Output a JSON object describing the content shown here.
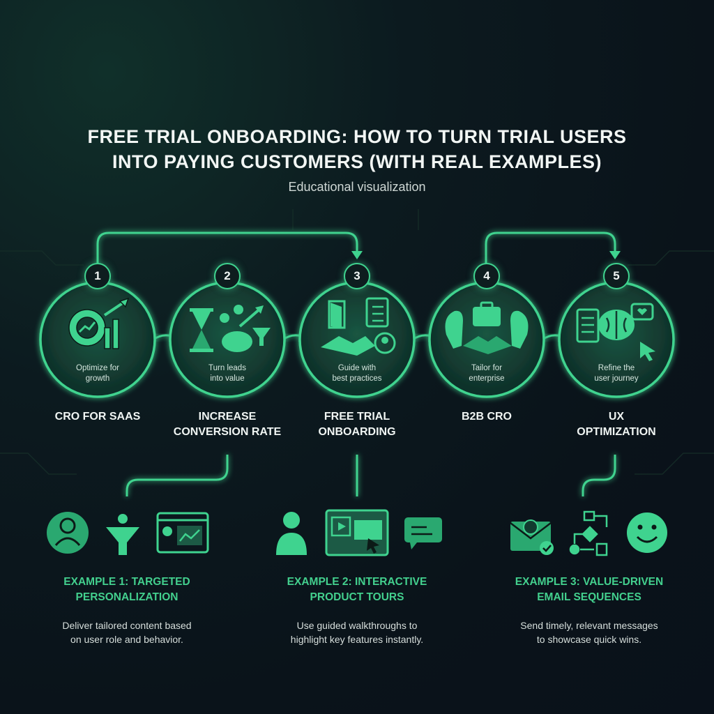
{
  "header": {
    "title_line1": "FREE TRIAL ONBOARDING: HOW TO TURN TRIAL USERS",
    "title_line2": "INTO PAYING CUSTOMERS (WITH REAL EXAMPLES)",
    "subtitle": "Educational visualization"
  },
  "steps": [
    {
      "number": "1",
      "caption_line1": "Optimize for",
      "caption_line2": "growth",
      "label_line1": "CRO FOR SAAS",
      "label_line2": "",
      "icon": "gear-chart-icon"
    },
    {
      "number": "2",
      "caption_line1": "Turn leads",
      "caption_line2": "into value",
      "label_line1": "INCREASE",
      "label_line2": "CONVERSION RATE",
      "icon": "hourglass-piggybank-icon"
    },
    {
      "number": "3",
      "caption_line1": "Guide with",
      "caption_line2": "best practices",
      "label_line1": "FREE TRIAL",
      "label_line2": "ONBOARDING",
      "icon": "door-handshake-icon"
    },
    {
      "number": "4",
      "caption_line1": "Tailor for",
      "caption_line2": "enterprise",
      "label_line1": "B2B CRO",
      "label_line2": "",
      "icon": "briefcase-handshake-icon"
    },
    {
      "number": "5",
      "caption_line1": "Refine the",
      "caption_line2": "user journey",
      "label_line1": "UX",
      "label_line2": "OPTIMIZATION",
      "icon": "brain-cursor-icon"
    }
  ],
  "examples": [
    {
      "title_line1": "EXAMPLE 1: TARGETED",
      "title_line2": "PERSONALIZATION",
      "desc_line1": "Deliver tailored content based",
      "desc_line2": "on user role and behavior."
    },
    {
      "title_line1": "EXAMPLE 2: INTERACTIVE",
      "title_line2": "PRODUCT TOURS",
      "desc_line1": "Use guided walkthroughs to",
      "desc_line2": "highlight key features instantly."
    },
    {
      "title_line1": "EXAMPLE 3: VALUE-DRIVEN",
      "title_line2": "EMAIL SEQUENCES",
      "desc_line1": "Send timely, relevant messages",
      "desc_line2": "to showcase quick wins."
    }
  ],
  "colors": {
    "accent": "#3fd38f",
    "ring_fill": "#123b30",
    "background": "#0a131a"
  }
}
